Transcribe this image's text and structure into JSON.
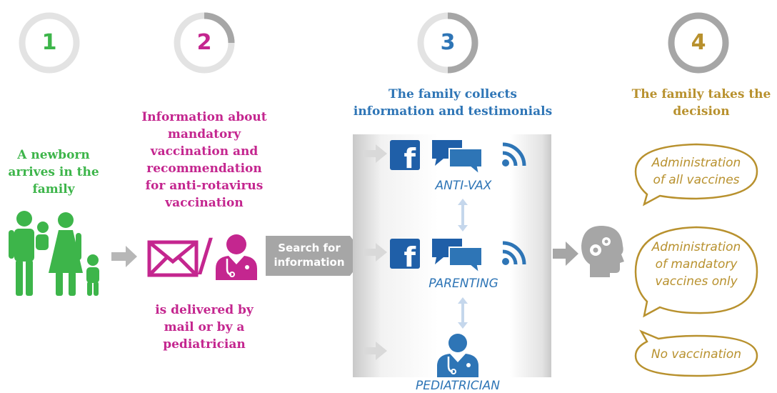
{
  "steps": [
    {
      "number": "1",
      "color": "#3db54a",
      "progress": 0.0
    },
    {
      "number": "2",
      "color": "#c4268f",
      "progress": 0.25
    },
    {
      "number": "3",
      "color": "#2e75b6",
      "progress": 0.5
    },
    {
      "number": "4",
      "color": "#b8912e",
      "progress": 1.0
    }
  ],
  "stage1": {
    "text": "A newborn arrives in the family",
    "lines": [
      "A newborn",
      "arrives in the",
      "family"
    ]
  },
  "stage2": {
    "top_lines": [
      "Information about",
      "mandatory",
      "vaccination and",
      "recommendation",
      "for anti-rotavirus",
      "vaccination"
    ],
    "bottom_lines": [
      "is delivered by",
      "mail or by a",
      "pediatrician"
    ],
    "separator": "/"
  },
  "search": {
    "lines": [
      "Search for",
      "information"
    ]
  },
  "stage3": {
    "heading_lines": [
      "The family collects",
      "information and testimonials"
    ],
    "sources": [
      {
        "label": "ANTI-VAX",
        "icons": [
          "facebook-icon",
          "chat-icon",
          "rss-icon"
        ]
      },
      {
        "label": "PARENTING",
        "icons": [
          "facebook-icon",
          "chat-icon",
          "rss-icon"
        ]
      },
      {
        "label": "PEDIATRICIAN",
        "icons": [
          "doctor-icon"
        ]
      }
    ],
    "facebook_glyph": "f"
  },
  "stage4": {
    "heading_lines": [
      "The family takes the",
      "decision"
    ],
    "options": [
      {
        "lines": [
          "Administration",
          "of all vaccines"
        ]
      },
      {
        "lines": [
          "Administration",
          "of mandatory",
          "vaccines only"
        ]
      },
      {
        "lines": [
          "No vaccination"
        ]
      }
    ]
  },
  "colors": {
    "green": "#3db54a",
    "magenta": "#c4268f",
    "blue": "#2e75b6",
    "gold": "#b8912e",
    "grey": "#a6a6a6",
    "light_grey": "#e3e3e3"
  }
}
